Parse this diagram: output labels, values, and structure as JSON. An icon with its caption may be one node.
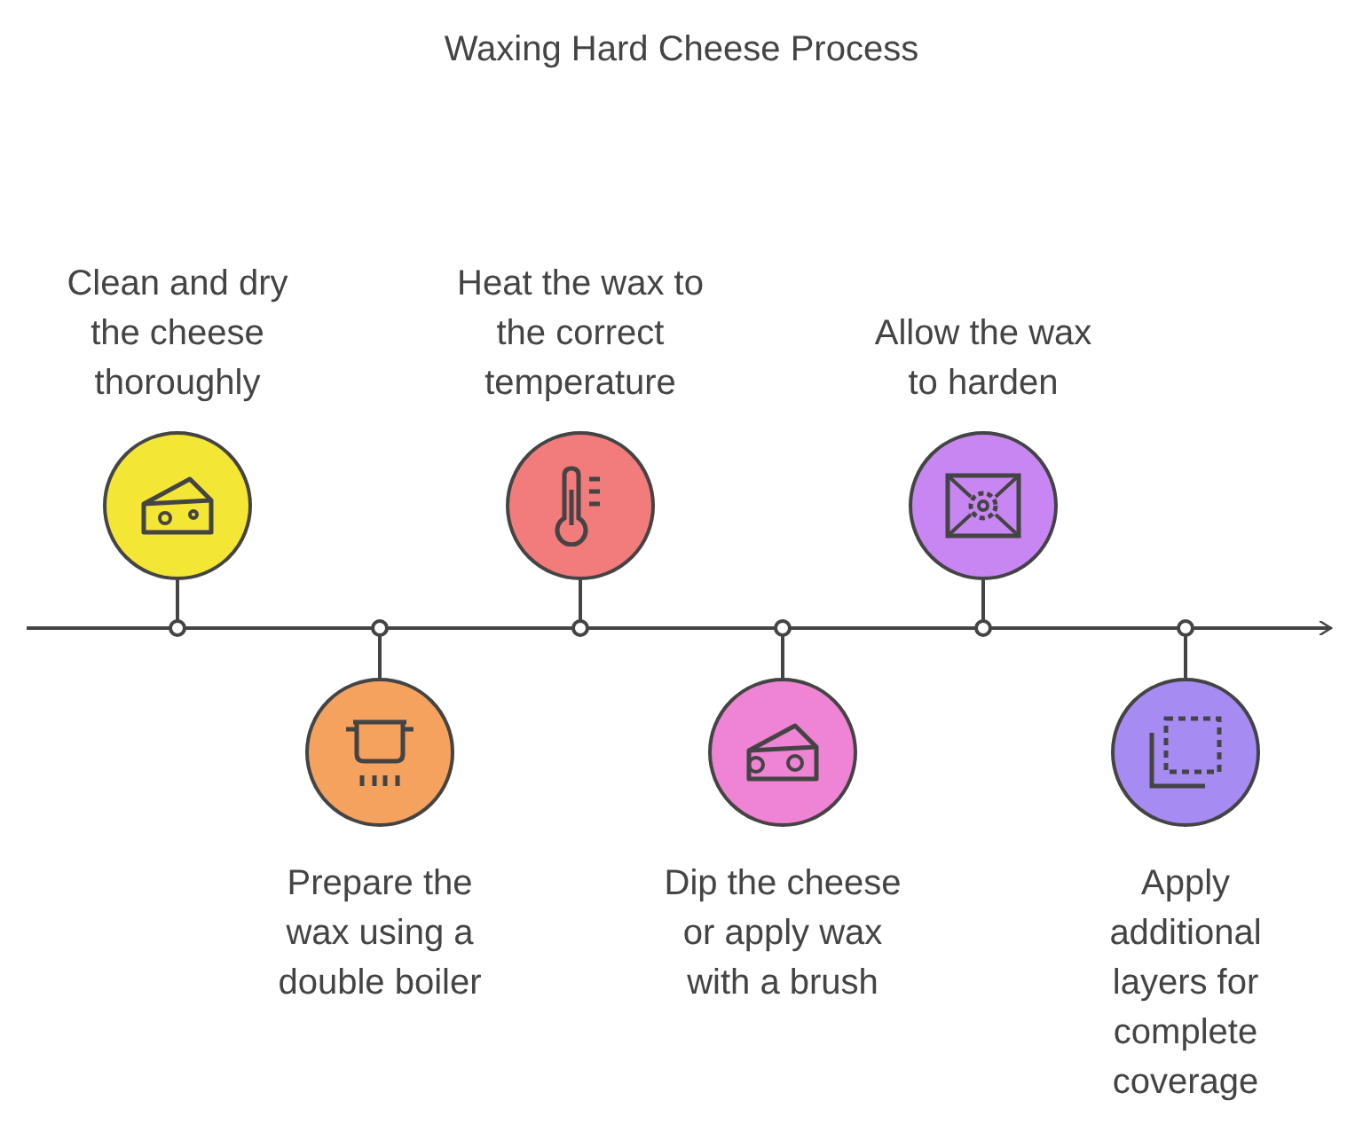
{
  "diagram": {
    "title": "Waxing Hard Cheese Process",
    "nodes": [
      {
        "text": [
          "Clean and dry the cheese thoroughly"
        ]
      },
      {
        "text": [
          "Prepare the wax using a double boiler"
        ]
      },
      {
        "text": [
          "Heat the wax to the correct temperature"
        ]
      },
      {
        "text": [
          "Dip the cheese or apply wax with a brush"
        ]
      },
      {
        "text": [
          "Allow the wax to harden"
        ]
      },
      {
        "text": [
          "Apply additional layers for complete coverage"
        ]
      },
      {
        "text": [],
        "shape": "bar"
      }
    ],
    "edges": [
      {
        "from": 0,
        "to": 6,
        "arrow": "none"
      },
      {
        "from": 1,
        "to": 6,
        "arrow": "none"
      },
      {
        "from": 2,
        "to": 6,
        "arrow": "none"
      },
      {
        "from": 3,
        "to": 6,
        "arrow": "none"
      },
      {
        "from": 4,
        "to": 6,
        "arrow": "none"
      },
      {
        "from": 5,
        "to": 6,
        "arrow": "none"
      }
    ]
  }
}
